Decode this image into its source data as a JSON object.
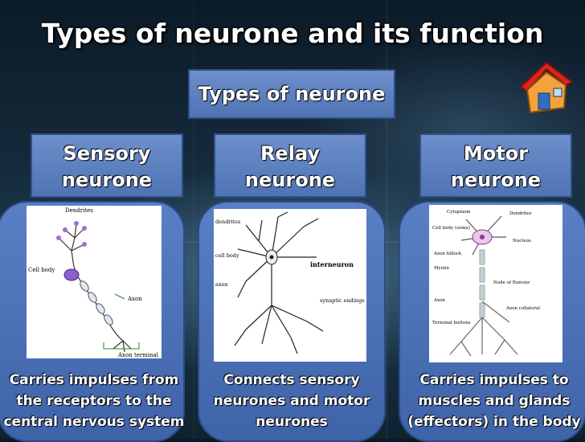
{
  "title": "Types of neurone and its function",
  "header": "Types of neurone",
  "neurones": [
    {
      "name_line1": "Sensory",
      "name_line2": "neurone",
      "labels": {
        "dendrites": "Dendrites",
        "cell_body": "Cell body",
        "axon": "Axon",
        "axon_terminal": "Axon terminal"
      },
      "desc_line1": "Carries impulses from",
      "desc_line2": "the receptors to the",
      "desc_line3": "central nervous system"
    },
    {
      "name_line1": "Relay",
      "name_line2": "neurone",
      "labels": {
        "dendrites": "dendrites",
        "cell_body": "cell body",
        "axon": "axon",
        "interneuron": "interneuron",
        "synaptic": "synaptic endings"
      },
      "desc_line1": "Connects sensory",
      "desc_line2": "neurones and  motor",
      "desc_line3": "neurones"
    },
    {
      "name_line1": "Motor",
      "name_line2": "neurone",
      "labels": {
        "cytoplasm": "Cytoplasm",
        "dendrites": "Dendrites",
        "cell_body": "Cell body (soma)",
        "nucleus": "Nucleus",
        "axon_hillock": "Axon hillock",
        "myelin": "Myelin",
        "node": "Node of Ranvier",
        "axon": "Axon",
        "collateral": "Axon collateral",
        "terminal": "Terminal buttons"
      },
      "desc_line1": "Carries impulses to",
      "desc_line2": "muscles and glands",
      "desc_line3": "(effectors) in the body"
    }
  ]
}
